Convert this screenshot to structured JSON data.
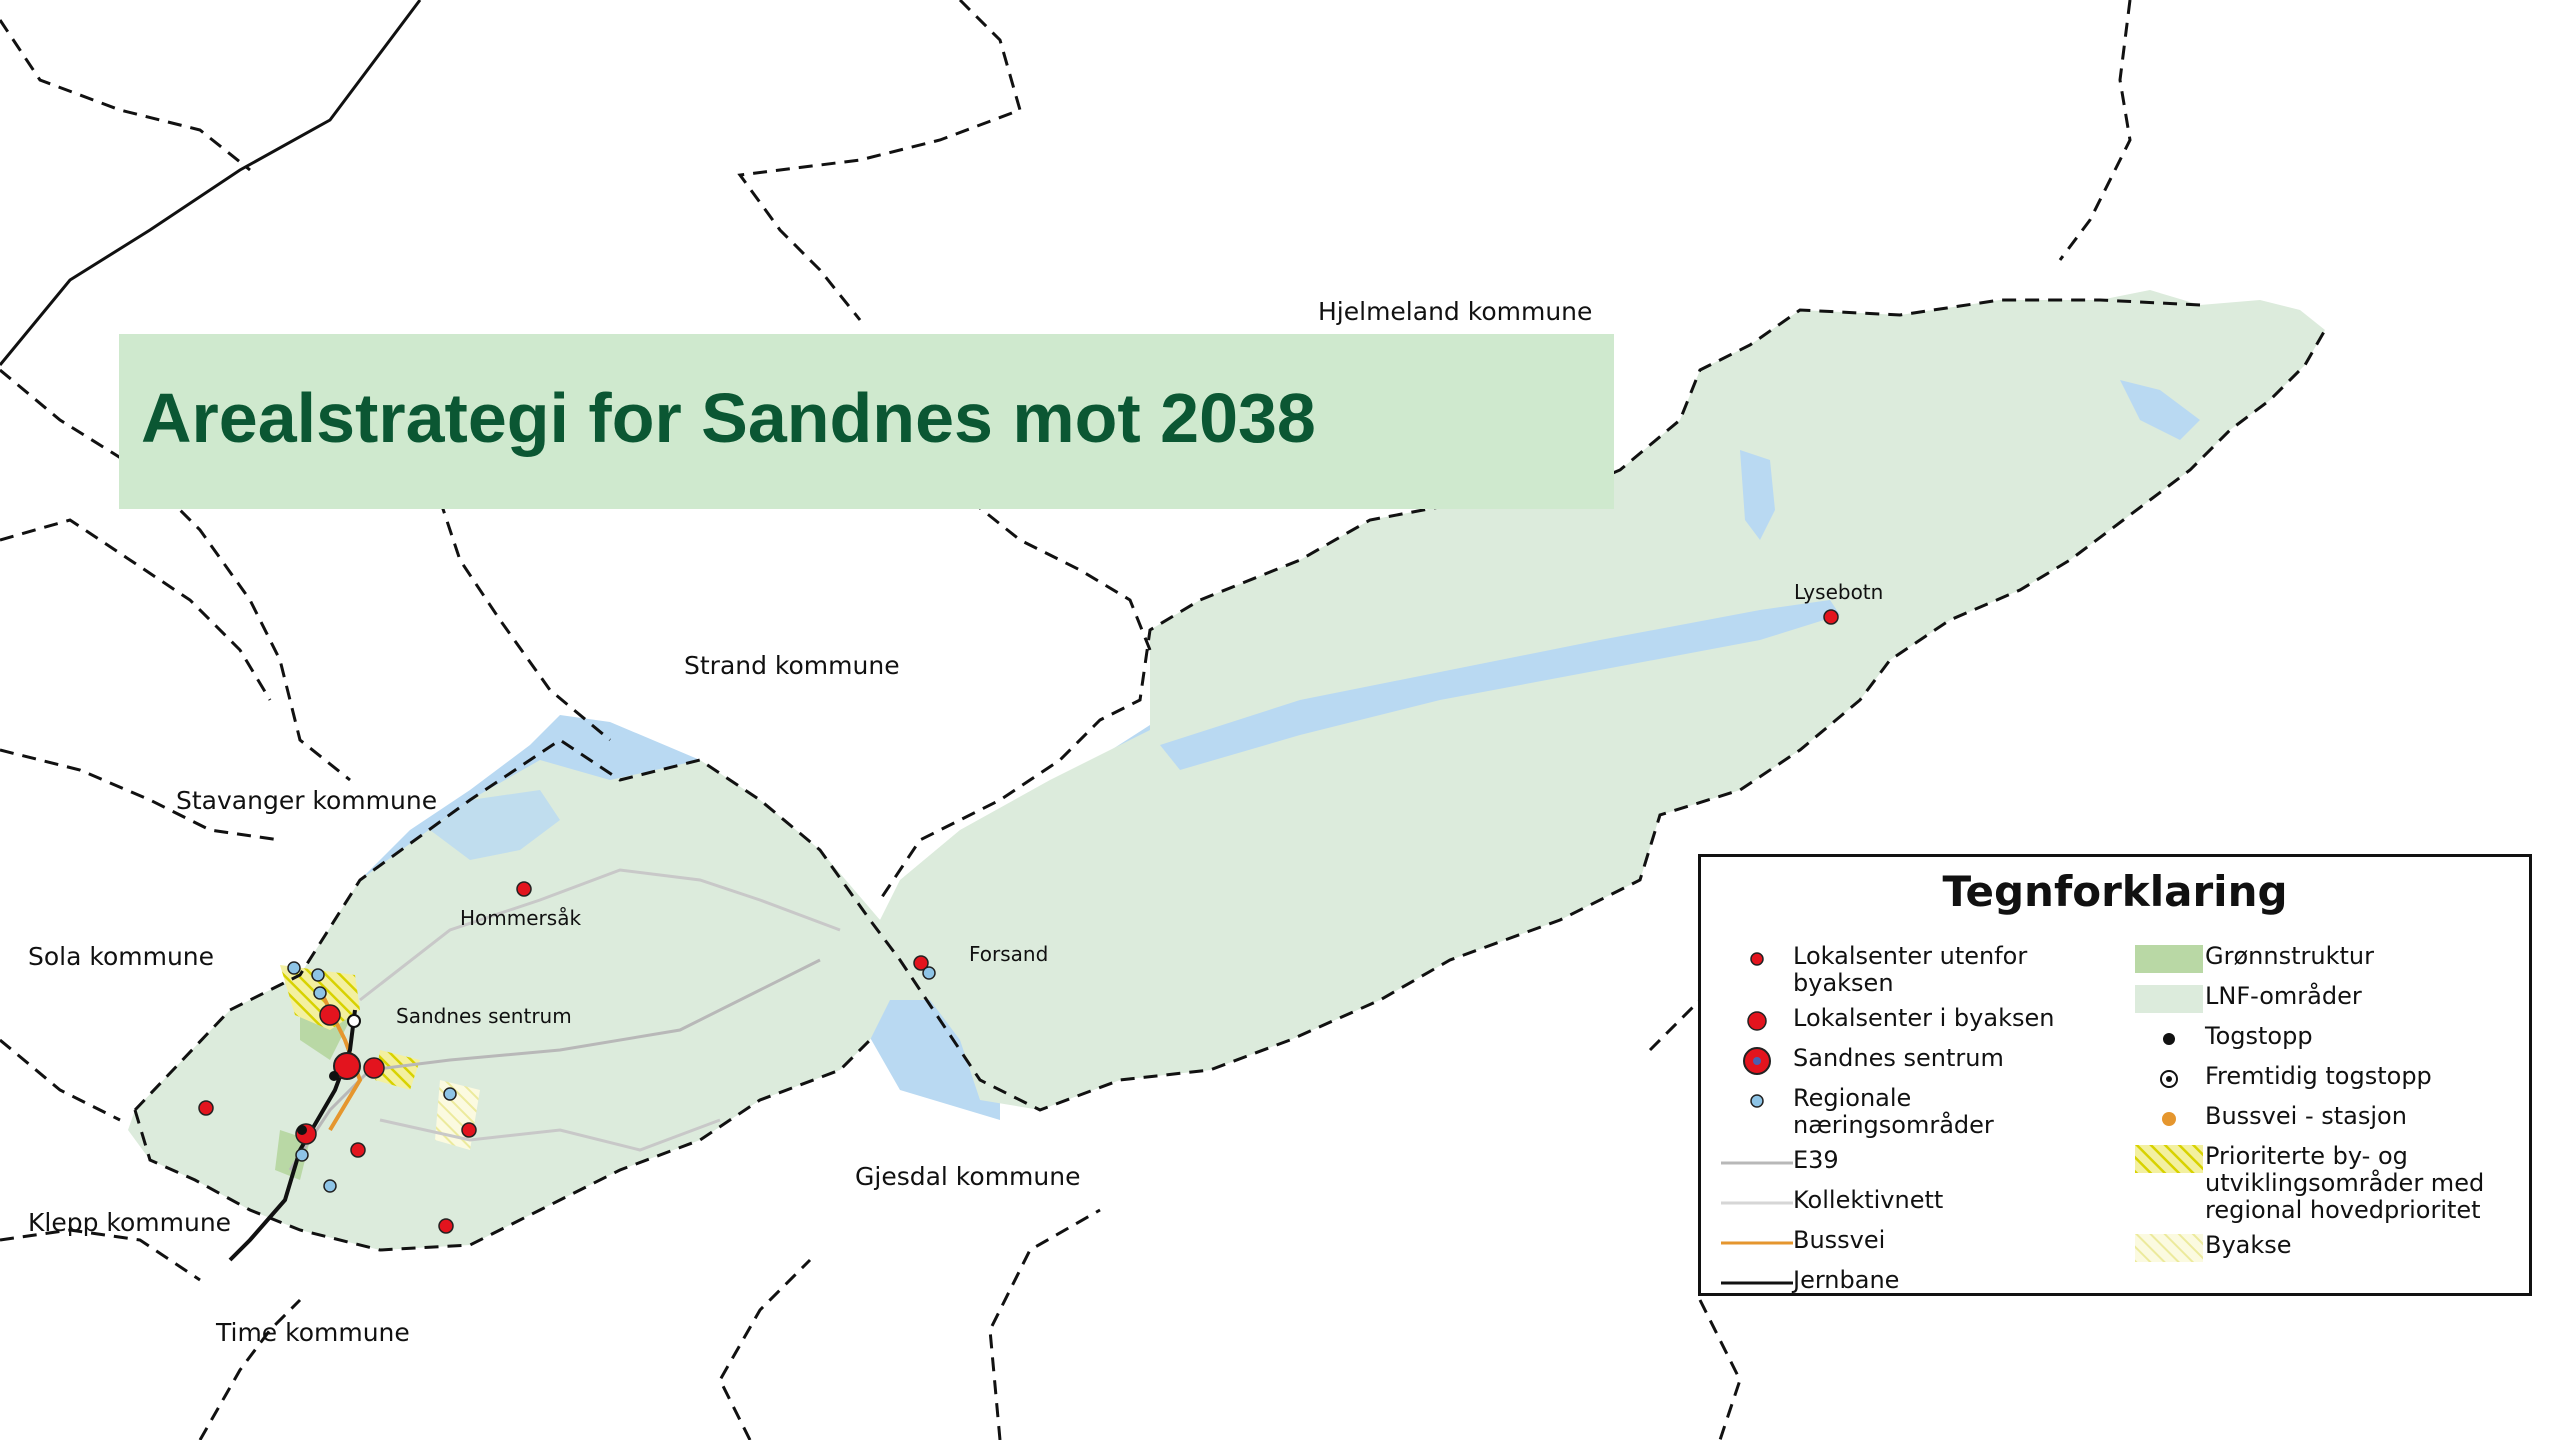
{
  "title": "Arealstrategi for Sandnes mot 2038",
  "colors": {
    "title_green": "#0b5733",
    "title_bg": "#cfe9ce",
    "lnf": "#dcebdc",
    "water": "#b9d9f2",
    "green_structure": "#b9d8a5",
    "red": "#e3141e",
    "blue": "#8ec4e6",
    "orange": "#e5962e",
    "yellow": "#d8d200"
  },
  "municipalities": {
    "hjelmeland": "Hjelmeland kommune",
    "strand": "Strand kommune",
    "stavanger": "Stavanger kommune",
    "sola": "Sola kommune",
    "klepp": "Klepp kommune",
    "time": "Time kommune",
    "gjesdal": "Gjesdal kommune"
  },
  "places": {
    "lysebotn": "Lysebotn",
    "forsand": "Forsand",
    "hommersak": "Hommersåk",
    "sandnes_sentrum": "Sandnes sentrum"
  },
  "legend": {
    "title": "Tegnforklaring",
    "left": [
      {
        "label": "Lokalsenter utenfor\nbyaksen",
        "icon": "small-red-dot-icon"
      },
      {
        "label": "Lokalsenter i byaksen",
        "icon": "red-dot-icon"
      },
      {
        "label": "Sandnes sentrum",
        "icon": "large-red-dot-icon"
      },
      {
        "label": "Regionale\nnæringsområder",
        "icon": "blue-dot-icon"
      },
      {
        "label": "E39",
        "icon": "grey-line-icon"
      },
      {
        "label": "Kollektivnett",
        "icon": "light-grey-line-icon"
      },
      {
        "label": "Bussvei",
        "icon": "orange-line-icon"
      },
      {
        "label": "Jernbane",
        "icon": "black-line-icon"
      }
    ],
    "right": [
      {
        "label": "Grønnstruktur",
        "icon": "green-area-icon"
      },
      {
        "label": "LNF-områder",
        "icon": "lnf-area-icon"
      },
      {
        "label": "Togstopp",
        "icon": "black-dot-icon"
      },
      {
        "label": "Fremtidig togstopp",
        "icon": "future-train-stop-icon"
      },
      {
        "label": "Bussvei - stasjon",
        "icon": "orange-dot-icon"
      },
      {
        "label": "Prioriterte by- og\nutviklingsområder med\nregional hovedprioritet",
        "icon": "yellow-hatch-icon"
      },
      {
        "label": "Byakse",
        "icon": "light-hatch-icon"
      }
    ]
  }
}
